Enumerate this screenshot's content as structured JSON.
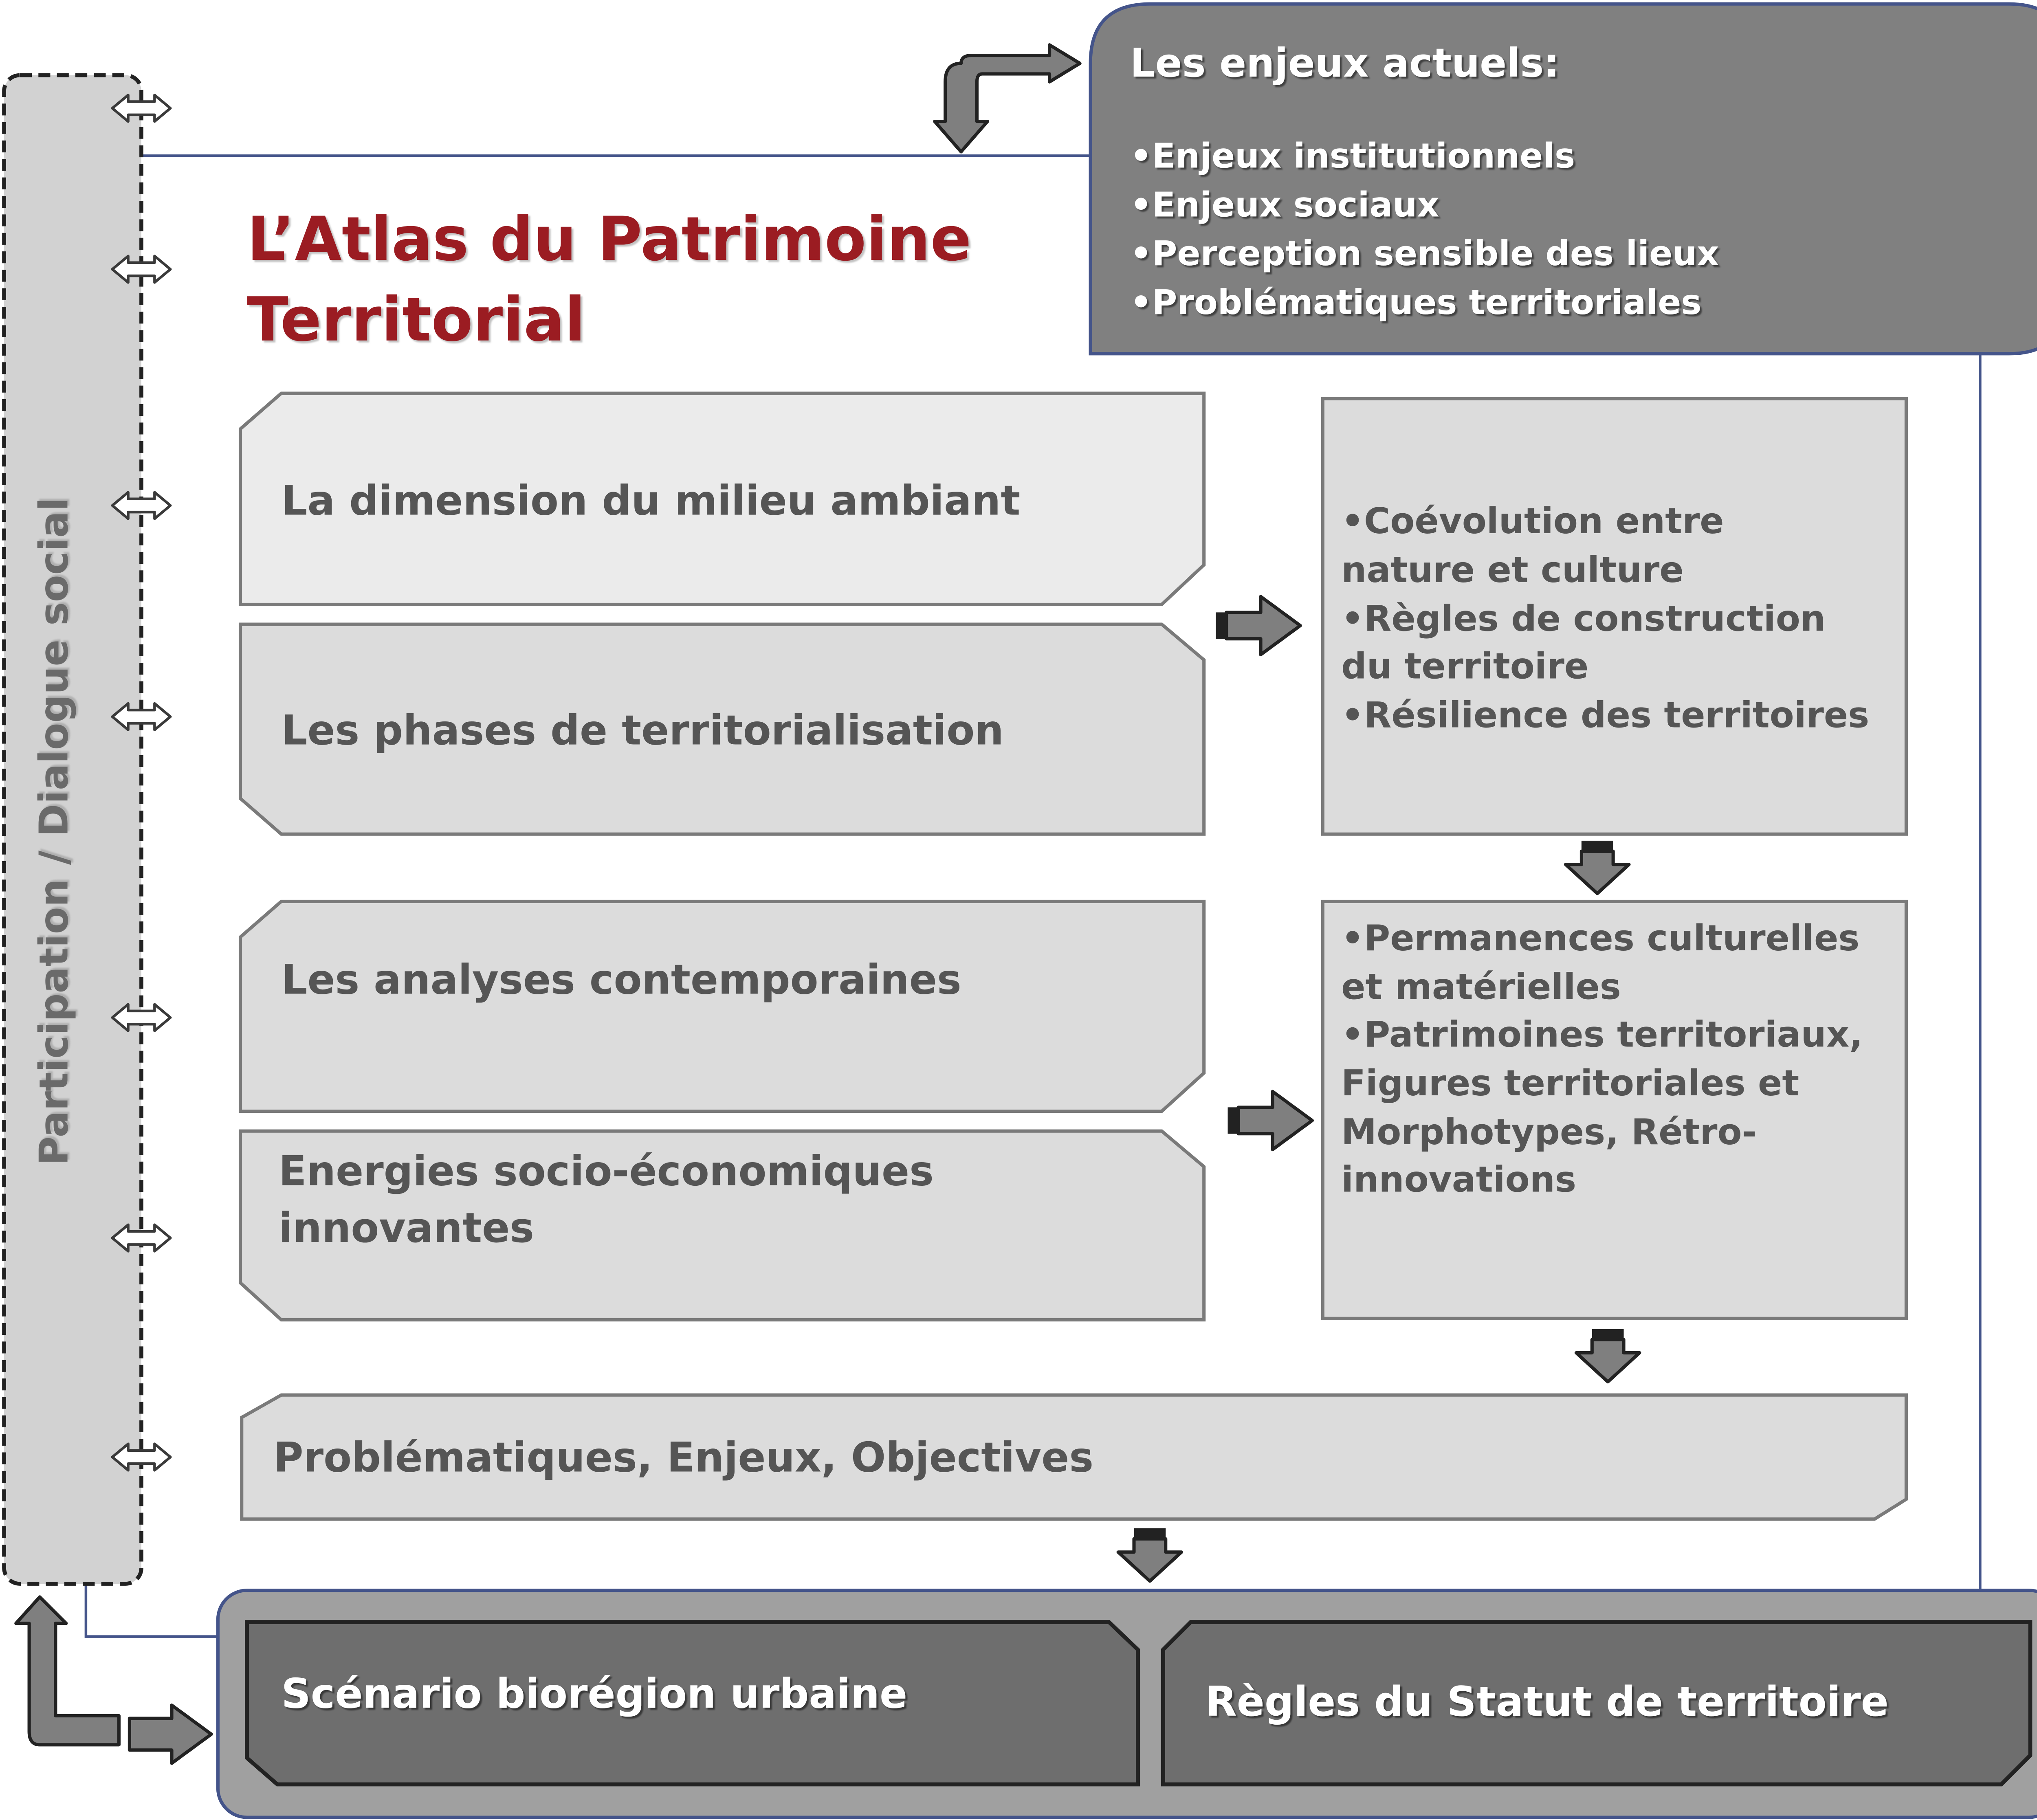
{
  "sidebar": {
    "label": "Participation / Dialogue social"
  },
  "title": {
    "line1": "L’Atlas du Patrimoine",
    "line2": "Territorial"
  },
  "enjeux": {
    "heading": "Les enjeux actuels:",
    "items": [
      "•Enjeux institutionnels",
      "•Enjeux sociaux",
      "•Perception sensible des lieux",
      "•Problématiques territoriales"
    ]
  },
  "left_boxes": {
    "milieu": "La dimension du milieu ambiant",
    "phases": "Les phases de territorialisation",
    "analyses": "Les analyses contemporaines",
    "energies": [
      "Energies socio-économiques",
      "innovantes"
    ]
  },
  "right_boxes": {
    "top": [
      "•Coévolution entre",
      "nature et culture",
      "•Règles de construction",
      "du territoire",
      "•Résilience des territoires"
    ],
    "bottom": [
      "•Permanences culturelles",
      "et matérielles",
      "•Patrimoines territoriaux,",
      "Figures territoriales et",
      "Morphotypes, Rétro-",
      "innovations"
    ]
  },
  "wide_box": "Problématiques, Enjeux, Objectives",
  "bottom_boxes": {
    "scenario": "Scénario biorégion urbaine",
    "regles": "Règles du Statut de territoire"
  },
  "colors": {
    "title": "#9b1c24",
    "enjeux_fill": "#808080",
    "light_box": "#ebebeb",
    "mid_box": "#dcdcdc",
    "dark_box": "#6e6e6e",
    "outer_bottom": "#a0a0a0",
    "frame_line": "#44548a",
    "sidebar_fill": "#d2d2d2"
  }
}
